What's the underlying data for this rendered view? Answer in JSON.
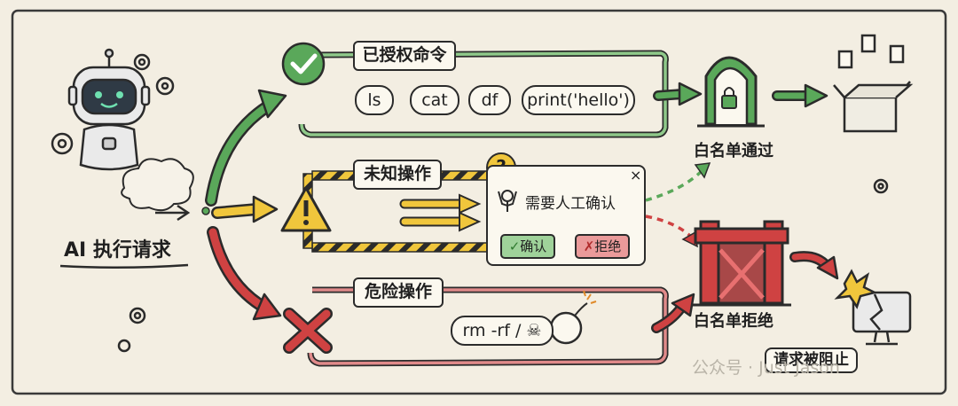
{
  "start": {
    "label": "AI 执行请求"
  },
  "authorized": {
    "title": "已授权命令",
    "commands": [
      "ls",
      "cat",
      "df",
      "print('hello')"
    ]
  },
  "unknown": {
    "title": "未知操作",
    "dialog": {
      "question_mark": "?",
      "close": "×",
      "message": "需要人工确认",
      "confirm": "确认",
      "reject": "拒绝"
    }
  },
  "danger": {
    "title": "危险操作",
    "command": "rm -rf / ☠"
  },
  "whitelist_pass": {
    "label": "白名单通过"
  },
  "whitelist_reject": {
    "label": "白名单拒绝"
  },
  "blocked": {
    "label": "请求被阻止"
  },
  "watermark": {
    "text": "公众号 · Just Jason"
  },
  "colors": {
    "green": "#5aa85a",
    "yellow": "#f0c63c",
    "red": "#cf4242",
    "paper": "#f3eee2",
    "ink": "#2b2b2b"
  }
}
